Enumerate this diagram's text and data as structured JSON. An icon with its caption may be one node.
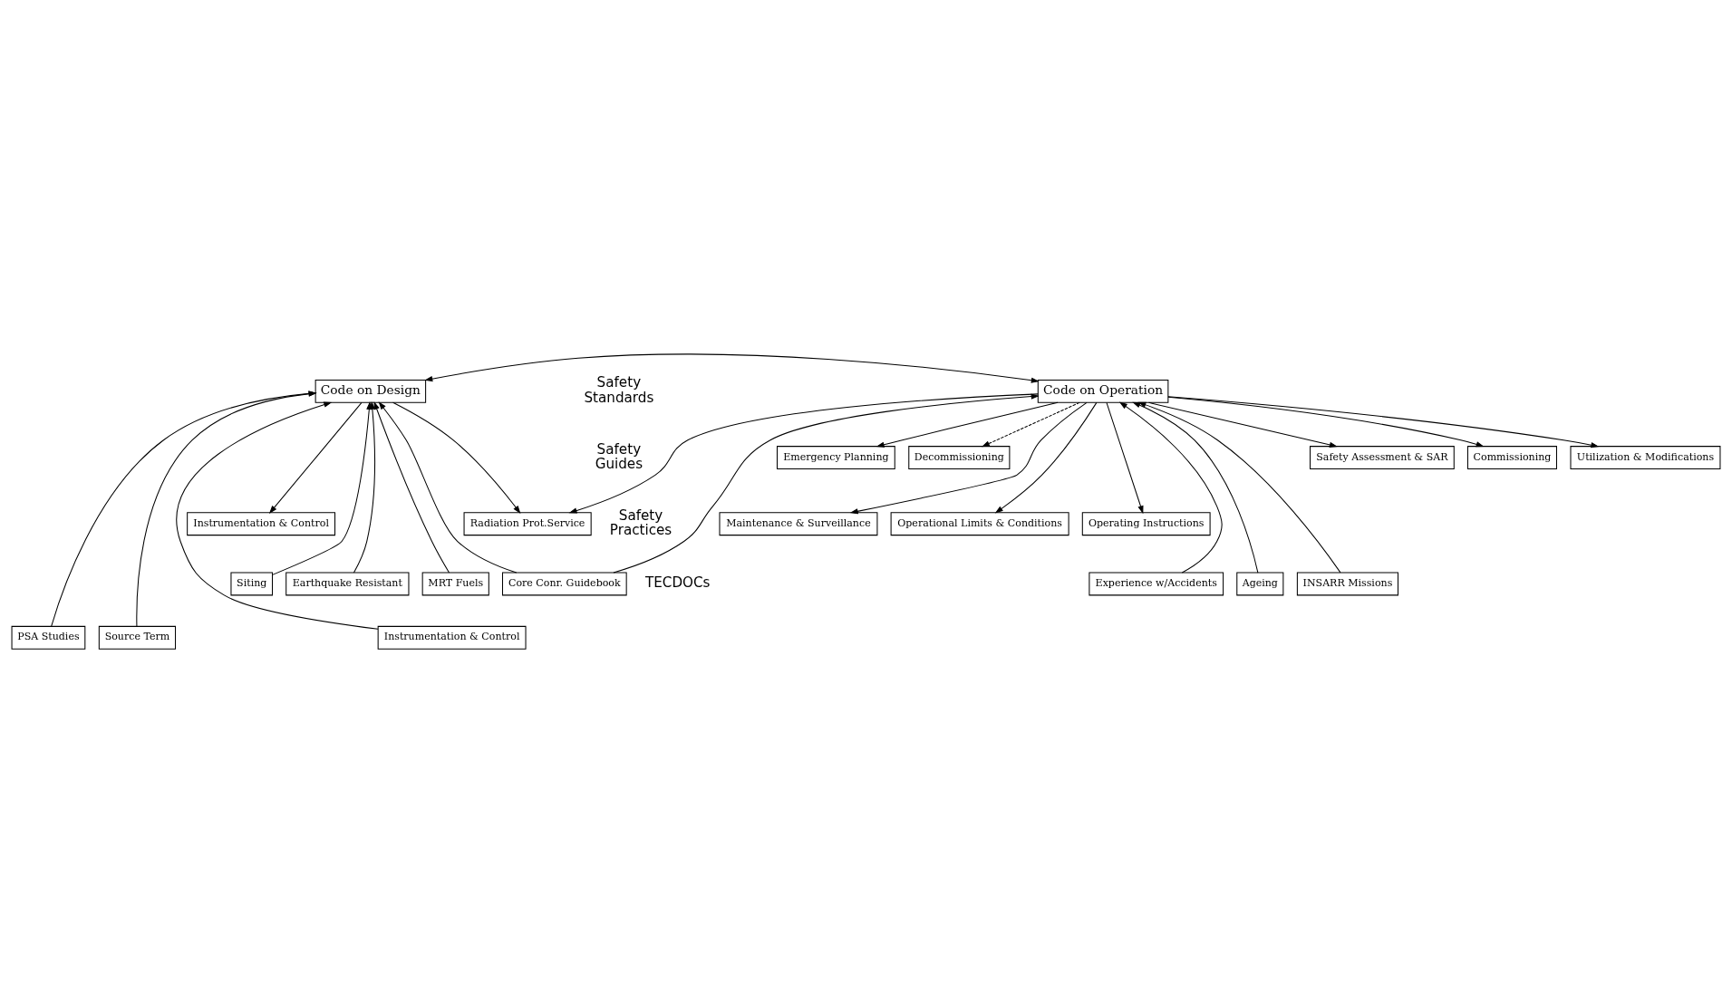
{
  "diagram": {
    "nodes": [
      {
        "text": [
          "Code on Design"
        ]
      },
      {
        "text": [
          "Code on Operation"
        ]
      },
      {
        "text": [
          "Safety Assessment & SAR"
        ]
      },
      {
        "text": [
          "Commissioning"
        ]
      },
      {
        "text": [
          "Utilization & Modifications"
        ]
      },
      {
        "text": [
          "Emergency Planning"
        ]
      },
      {
        "text": [
          "Decommissioning"
        ]
      },
      {
        "text": [
          "Instrumentation & Control"
        ]
      },
      {
        "text": [
          "Radiation Prot.Service"
        ]
      },
      {
        "text": [
          "Maintenance & Surveillance"
        ]
      },
      {
        "text": [
          "Operational Limits & Conditions"
        ]
      },
      {
        "text": [
          "Operating Instructions"
        ]
      },
      {
        "text": [
          "Siting"
        ]
      },
      {
        "text": [
          "Earthquake Resistant"
        ]
      },
      {
        "text": [
          "MRT Fuels"
        ]
      },
      {
        "text": [
          "Core Conr. Guidebook"
        ]
      },
      {
        "text": [
          "Ageing"
        ]
      },
      {
        "text": [
          "INSARR Missions"
        ]
      },
      {
        "text": [
          "Experience w/Accidents"
        ]
      },
      {
        "text": [
          "Instrumentation & Control"
        ]
      },
      {
        "text": [
          "PSA Studies"
        ]
      },
      {
        "text": [
          "Source Term"
        ]
      }
    ],
    "edges": [
      {
        "from": 0,
        "to": 1,
        "arrow": "both"
      },
      {
        "from": 1,
        "to": 2,
        "arrow": "to"
      },
      {
        "from": 1,
        "to": 3,
        "arrow": "to"
      },
      {
        "from": 1,
        "to": 4,
        "arrow": "to"
      },
      {
        "from": 1,
        "to": 5,
        "arrow": "to"
      },
      {
        "from": 1,
        "to": 6,
        "arrow": "to",
        "style": "dashed"
      },
      {
        "from": 0,
        "to": 7,
        "arrow": "to"
      },
      {
        "from": 0,
        "to": 8,
        "arrow": "to"
      },
      {
        "from": 1,
        "to": 8,
        "arrow": "to"
      },
      {
        "from": 1,
        "to": 9,
        "arrow": "to"
      },
      {
        "from": 1,
        "to": 10,
        "arrow": "to"
      },
      {
        "from": 1,
        "to": 11,
        "arrow": "to"
      },
      {
        "from": 12,
        "to": 0,
        "arrow": "to"
      },
      {
        "from": 19,
        "to": 0,
        "arrow": "to"
      },
      {
        "from": 13,
        "to": 0,
        "arrow": "to"
      },
      {
        "from": 20,
        "to": 0,
        "arrow": "to"
      },
      {
        "from": 14,
        "to": 0,
        "arrow": "to"
      },
      {
        "from": 21,
        "to": 0,
        "arrow": "to"
      },
      {
        "from": 15,
        "to": 0,
        "arrow": "to"
      },
      {
        "from": 15,
        "to": 1,
        "arrow": "to"
      },
      {
        "from": 16,
        "to": 1,
        "arrow": "to"
      },
      {
        "from": 17,
        "to": 1,
        "arrow": "to"
      },
      {
        "from": 18,
        "to": 1,
        "arrow": "to"
      }
    ],
    "labels": [
      "Safety Standards",
      "Safety Guides",
      "Safety Practices",
      "TECDOCs"
    ]
  }
}
